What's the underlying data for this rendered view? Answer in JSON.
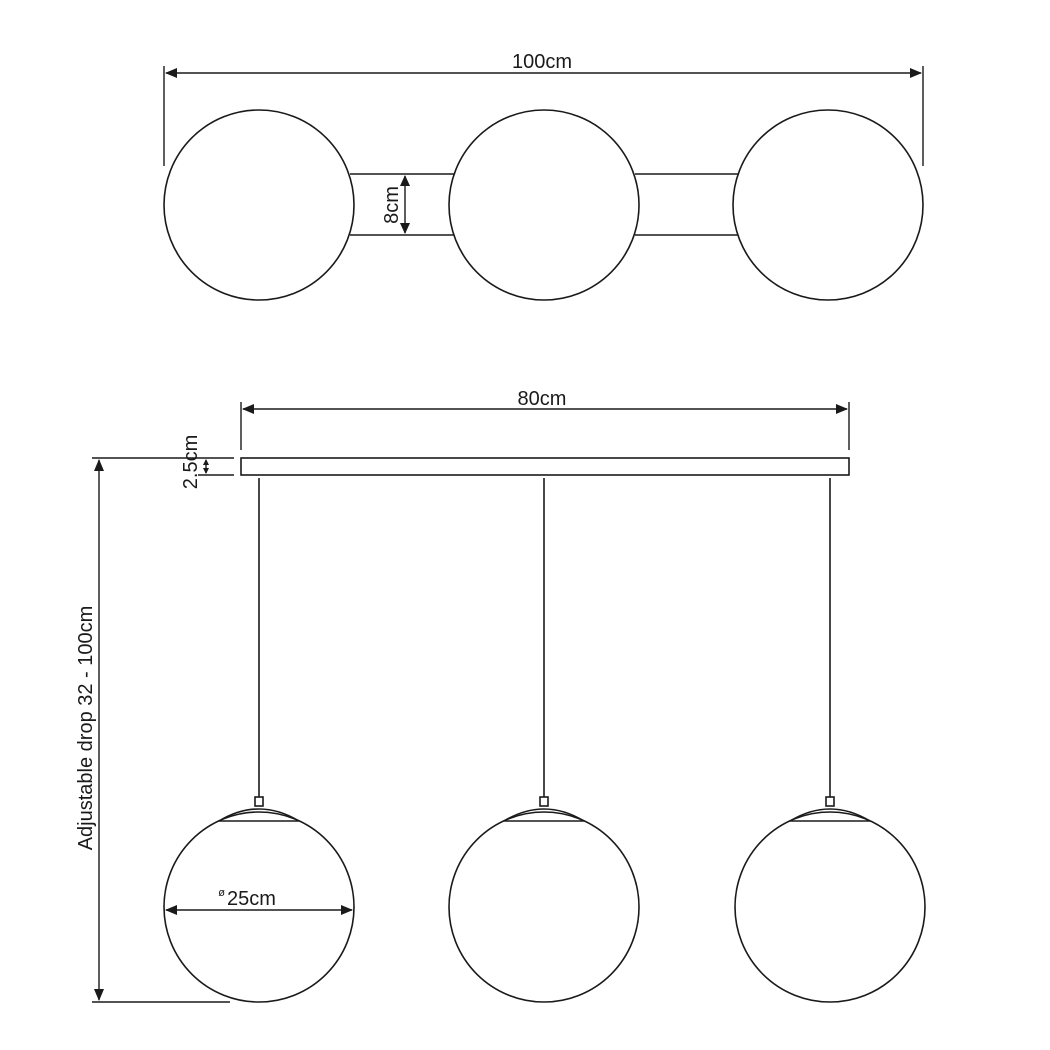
{
  "top_view": {
    "overall_width_label": "100cm",
    "bar_width_label": "8cm"
  },
  "side_view": {
    "canopy_length_label": "80cm",
    "canopy_height_label": "2.5cm",
    "drop_label": "Adjustable drop 32 - 100cm",
    "diameter_symbol": "ø",
    "diameter_label": "25cm"
  }
}
